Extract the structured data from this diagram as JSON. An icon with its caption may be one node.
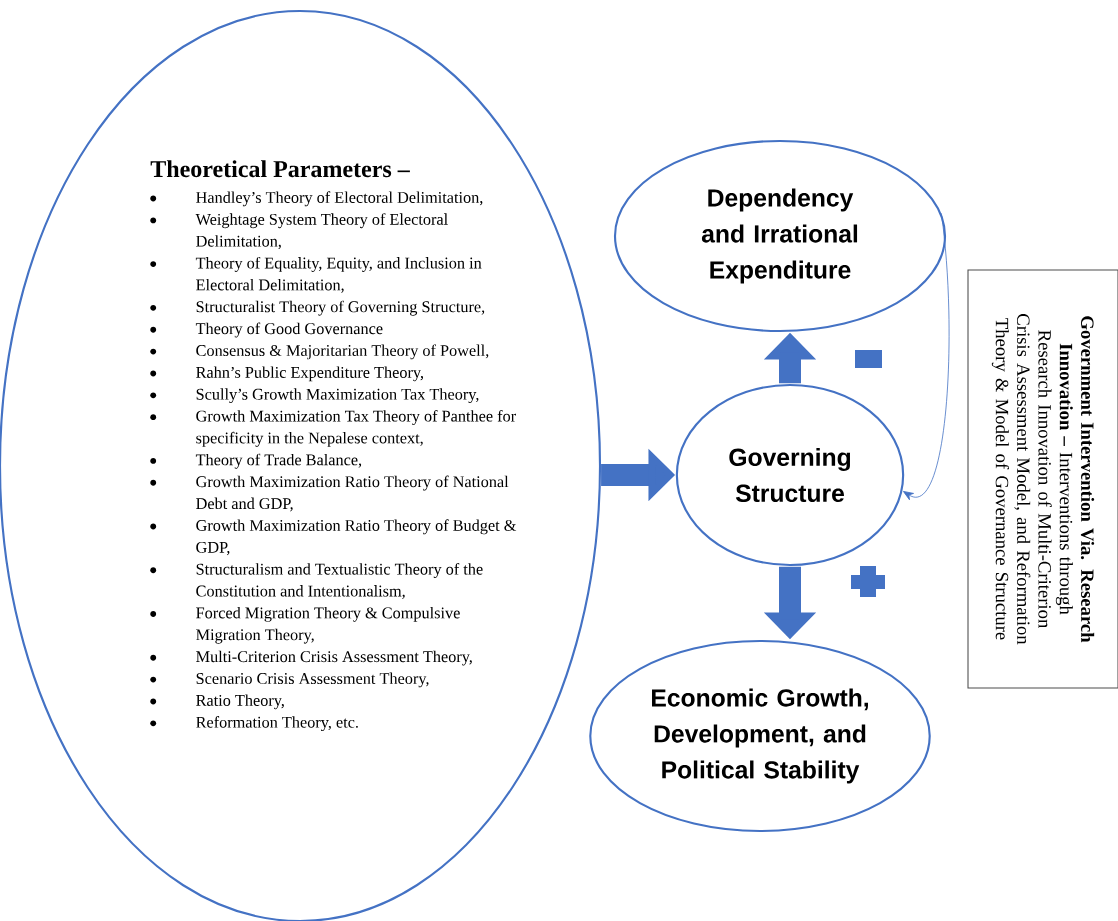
{
  "diagram": {
    "nodes": [
      {
        "text": [
          "Theoretical Parameters –",
          "Handley’s Theory of Electoral Delimitation,",
          "Weightage System Theory of Electoral Delimitation,",
          "Theory of Equality, Equity, and Inclusion in Electoral Delimitation,",
          "Structuralist Theory of Governing Structure,",
          "Theory of Good Governance",
          "Consensus & Majoritarian Theory of Powell,",
          "Rahn’s Public Expenditure Theory,",
          "Scully’s Growth Maximization Tax Theory,",
          "Growth Maximization Tax Theory of Panthee for specificity in the Nepalese context,",
          "Theory of Trade Balance,",
          "Growth Maximization Ratio Theory of National Debt and GDP,",
          "Growth Maximization Ratio Theory of Budget & GDP,",
          "Structuralism and Textualistic Theory of the Constitution and Intentionalism,",
          "Forced Migration Theory & Compulsive Migration Theory,",
          "Multi-Criterion Crisis Assessment Theory,",
          "Scenario Crisis Assessment Theory,",
          "Ratio Theory,",
          "Reformation Theory, etc."
        ]
      },
      {
        "text": [
          "Dependency and Irrational Expenditure"
        ]
      },
      {
        "text": [
          "Governing Structure"
        ]
      },
      {
        "text": [
          "Economic Growth, Development, and Political Stability"
        ]
      },
      {
        "text": [
          "**Government Intervention Via. Research Innovation –** Interventions through Research Innovation of Multi-Criterion Crisis Assessment Model, and Reformation Theory & Model of Governance Structure"
        ]
      }
    ],
    "edges": [
      {
        "from": 0,
        "to": 2,
        "arrow": "to"
      },
      {
        "from": 2,
        "to": 1,
        "arrow": "to"
      },
      {
        "from": 2,
        "to": 3,
        "arrow": "to"
      },
      {
        "from": 1,
        "to": 2,
        "arrow": "to"
      }
    ]
  }
}
